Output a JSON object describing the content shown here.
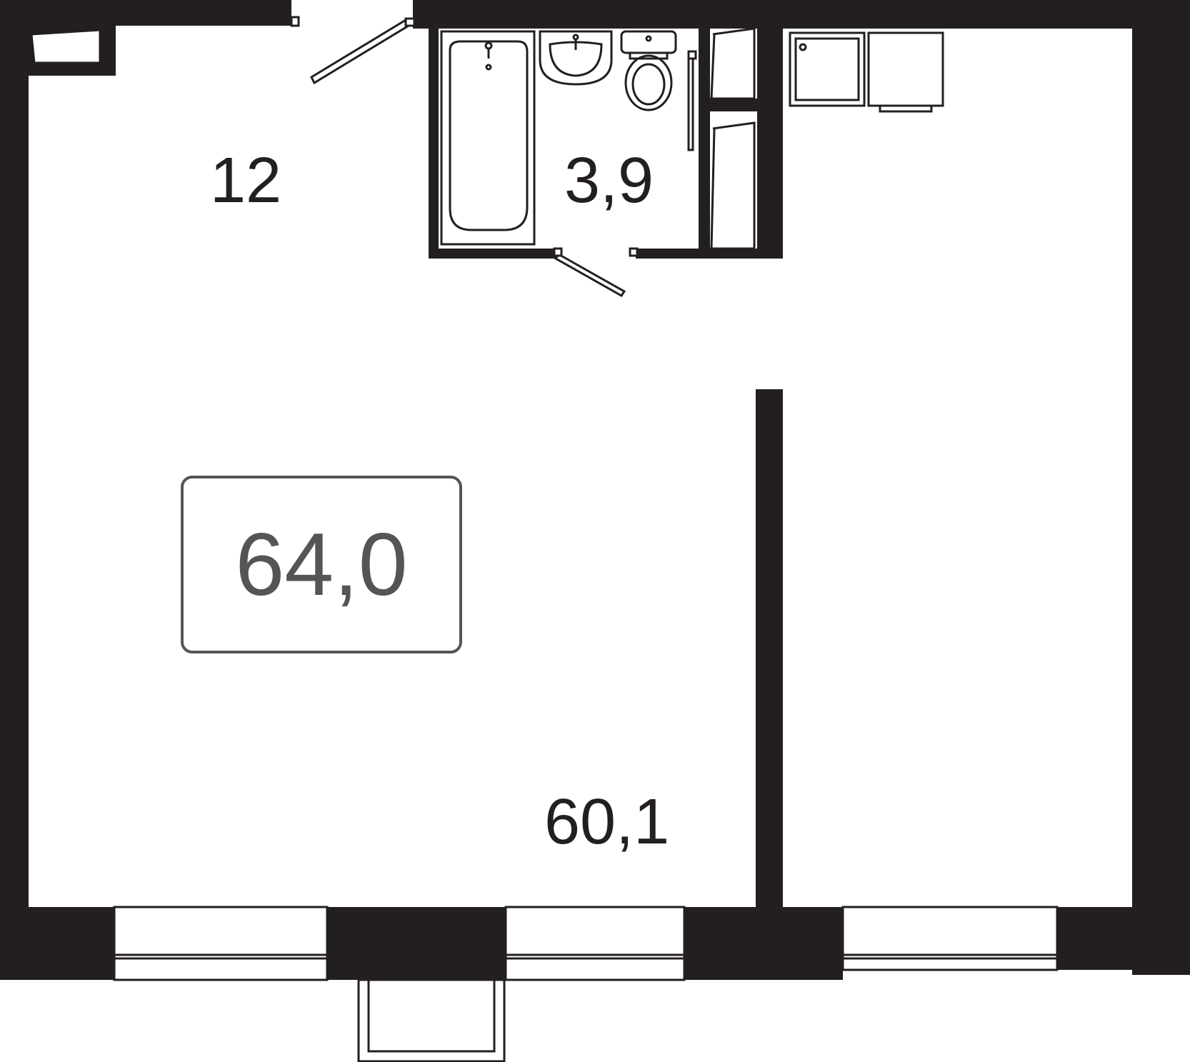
{
  "plan": {
    "total_area": "64,0",
    "rooms": [
      {
        "id": "hall",
        "area": "12"
      },
      {
        "id": "bathroom",
        "area": "3,9"
      },
      {
        "id": "living",
        "area": "60,1"
      }
    ]
  },
  "colors": {
    "wall": "#231f20",
    "total_text": "#555555"
  }
}
